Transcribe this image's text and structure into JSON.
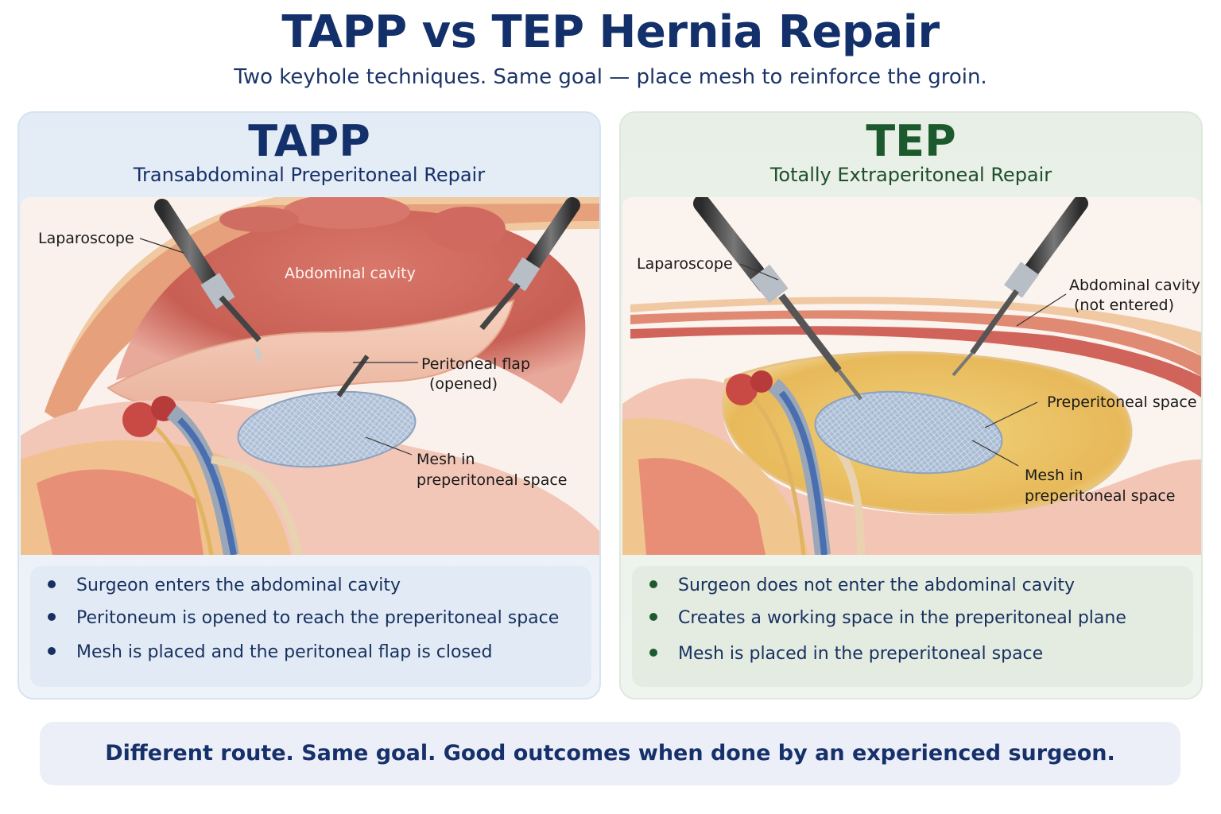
{
  "header": {
    "title": "TAPP vs TEP Hernia Repair",
    "subtitle": "Two keyhole techniques. Same goal — place mesh to reinforce the groin."
  },
  "tapp": {
    "title": "TAPP",
    "subtitle": "Transabdominal Preperitoneal Repair",
    "labels": {
      "laparoscope": "Laparoscope",
      "abdominal_cavity": "Abdominal cavity",
      "flap_line1": "Peritoneal flap",
      "flap_line2": "(opened)",
      "mesh_line1": "Mesh in",
      "mesh_line2": "preperitoneal space"
    },
    "bullets": [
      "Surgeon enters the abdominal cavity",
      "Peritoneum is opened to reach the preperitoneal space",
      "Mesh is placed and the peritoneal flap is closed"
    ],
    "accent": "#13306a"
  },
  "tep": {
    "title": "TEP",
    "subtitle": "Totally Extraperitoneal Repair",
    "labels": {
      "laparoscope": "Laparoscope",
      "cavity_line1": "Abdominal cavity",
      "cavity_line2": "(not entered)",
      "preperitoneal": "Preperitoneal space",
      "mesh_line1": "Mesh in",
      "mesh_line2": "preperitoneal space"
    },
    "bullets": [
      "Surgeon does not enter the abdominal cavity",
      "Creates a working space in the preperitoneal plane",
      "Mesh is placed in the preperitoneal space"
    ],
    "accent": "#1c5a2d"
  },
  "footer": {
    "text": "Different route. Same goal. Good outcomes when done by an experienced surgeon."
  }
}
